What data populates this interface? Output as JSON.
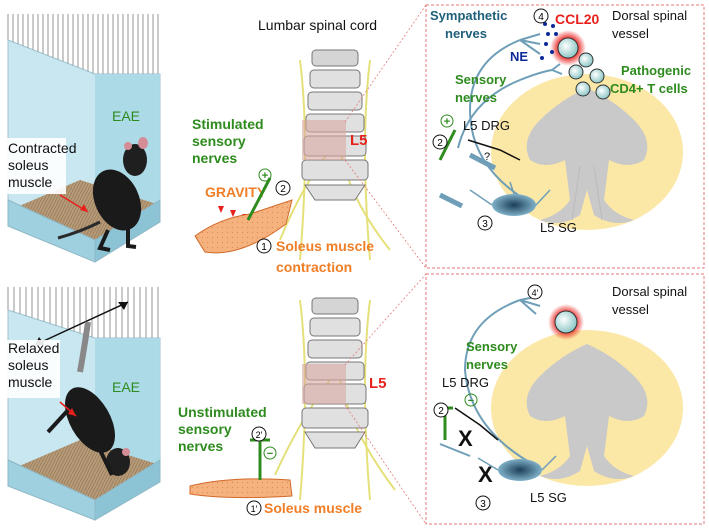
{
  "colors": {
    "green": "#2e8b1e",
    "orange": "#f07e26",
    "red": "#e8201c",
    "blue_text": "#1f5f7a",
    "dark_blue": "#0d2a9a",
    "nerve_blue": "#6f9fb8",
    "cord_yellow": "#fbe7a6",
    "cord_gray": "#c9c9c9",
    "cage_blue": "#bfe3ee",
    "muscle_orange": "#f6b27e"
  },
  "top": {
    "cage_label": "EAE",
    "mouse_label": [
      "Contracted",
      "soleus",
      "muscle"
    ],
    "spine_title": "Lumbar spinal cord",
    "stim_label": [
      "Stimulated",
      "sensory",
      "nerves"
    ],
    "gravity": "GRAVITY",
    "l5": "L5",
    "muscle_label": [
      "Soleus muscle",
      "contraction"
    ],
    "num1": "1",
    "num2": "2",
    "plus": "+",
    "panel": {
      "sympathetic": [
        "Sympathetic",
        "nerves"
      ],
      "ccl20": "CCL20",
      "dorsal": [
        "Dorsal spinal",
        "vessel"
      ],
      "ne": "NE",
      "sensory": [
        "Sensory",
        "nerves"
      ],
      "pathogenic": [
        "Pathogenic",
        "CD4+ T cells"
      ],
      "drg": "L5 DRG",
      "q": "?",
      "sg": "L5 SG",
      "num2": "2",
      "num3": "3",
      "num4": "4",
      "plus": "+"
    }
  },
  "bottom": {
    "cage_label": "EAE",
    "mouse_label": [
      "Relaxed",
      "soleus",
      "muscle"
    ],
    "l5": "L5",
    "unstim_label": [
      "Unstimulated",
      "sensory",
      "nerves"
    ],
    "muscle_label": "Soleus muscle",
    "num1": "1′",
    "num2": "2′",
    "minus": "−",
    "panel": {
      "dorsal": [
        "Dorsal spinal",
        "vessel"
      ],
      "sensory": [
        "Sensory",
        "nerves"
      ],
      "drg": "L5 DRG",
      "sg": "L5 SG",
      "num2": "2",
      "num3": "3",
      "num4": "4′",
      "minus": "−",
      "x": "X"
    }
  }
}
